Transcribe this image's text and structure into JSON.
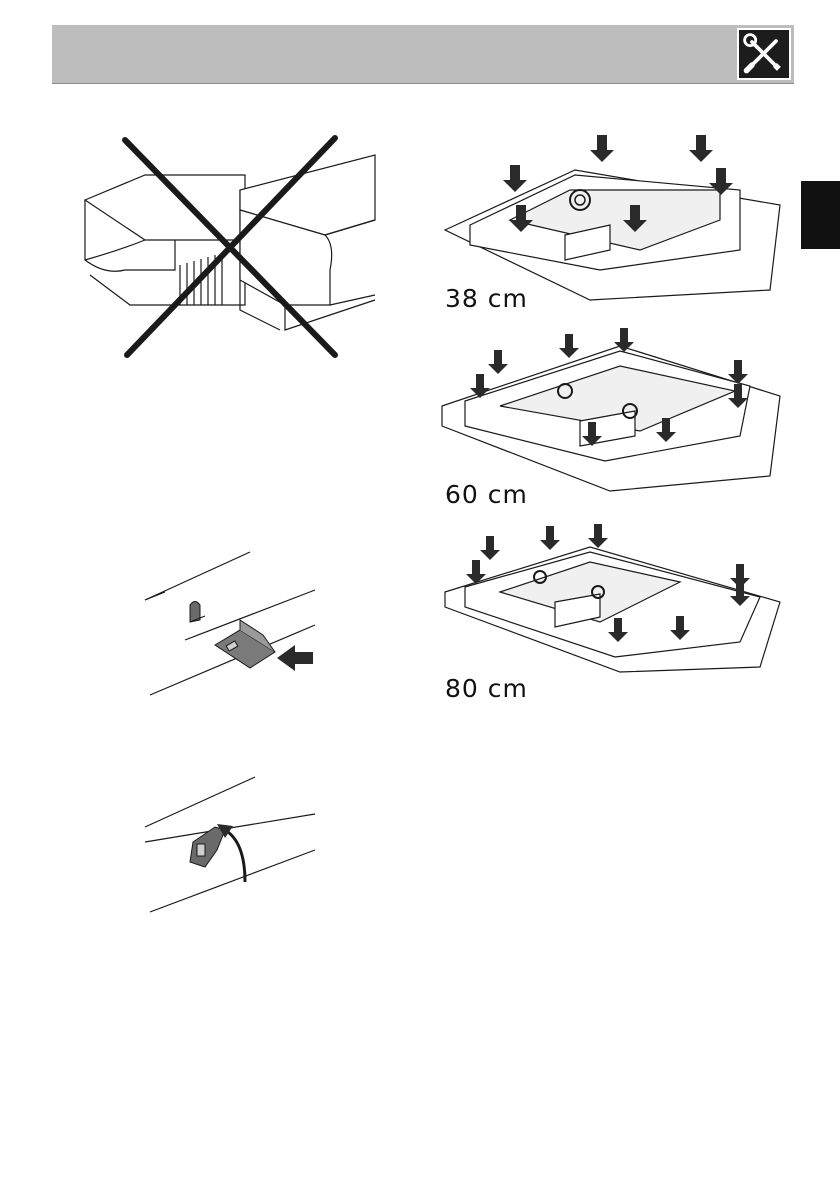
{
  "header": {
    "icon": "tools-icon",
    "accent_color": "#bdbdbd"
  },
  "side_tab": {
    "color": "#111111"
  },
  "figures": {
    "size_38": "38 cm",
    "size_60": "60 cm",
    "size_80": "80 cm"
  }
}
